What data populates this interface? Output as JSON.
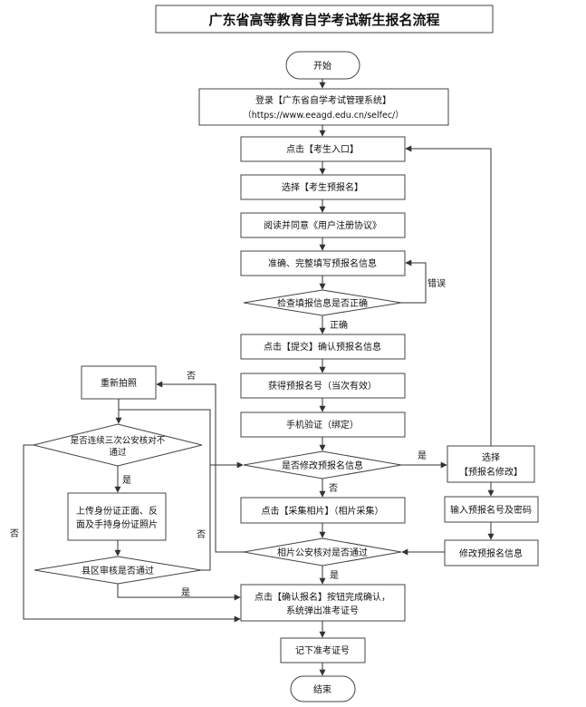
{
  "title": "广东省高等教育自学考试新生报名流程",
  "nodes": {
    "start": "开始",
    "login_line1": "登录【广东省自学考试管理系统】",
    "login_line2": "（https://www.eeagd.edu.cn/selfec/）",
    "click_entry": "点击【考生入口】",
    "select_prereg": "选择【考生预报名】",
    "read_agree": "阅读并同意《用户注册协议》",
    "fill_info": "准确、完整填写预报名信息",
    "check_info": "检查填报信息是否正确",
    "submit": "点击【提交】确认预报名信息",
    "get_number": "获得预报名号（当次有效）",
    "phone_verify": "手机验证（绑定）",
    "modify_q": "是否修改预报名信息",
    "collect_photo": "点击【采集相片】（相片采集）",
    "photo_check": "相片公安核对是否通过",
    "confirm_line1": "点击【确认报名】按钮完成确认，",
    "confirm_line2": "系统弹出准考证号",
    "record_ticket": "记下准考证号",
    "end": "结束",
    "retake": "重新拍照",
    "three_fail_line1": "是否连续三次公安核对不",
    "three_fail_line2": "通过",
    "upload_line1": "上传身份证正面、反",
    "upload_line2": "面及手持身份证照片",
    "county_review": "县区审核是否通过",
    "select_modify_line1": "选择",
    "select_modify_line2": "【预报名修改】",
    "input_pw": "输入预报名号及密码",
    "modify_info": "修改预报名信息"
  },
  "labels": {
    "error": "错误",
    "correct": "正确",
    "yes": "是",
    "no": "否"
  }
}
